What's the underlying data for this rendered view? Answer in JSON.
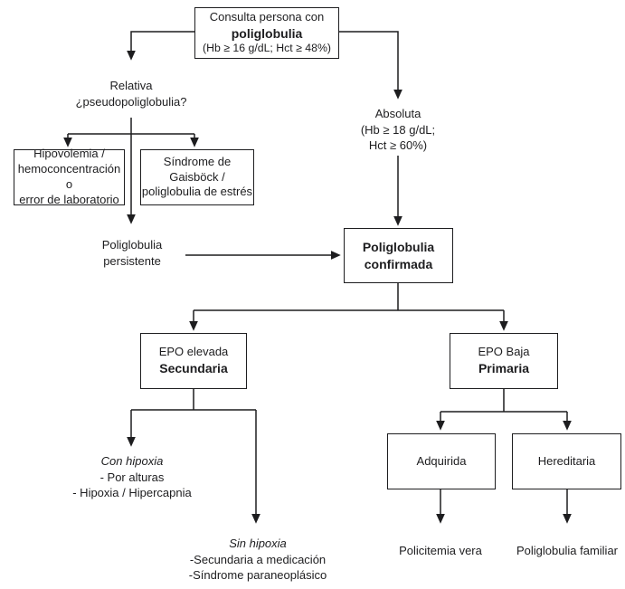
{
  "diagram": {
    "title": "Algoritmo diagnóstico de poliglobulia",
    "colors": {
      "background": "#ffffff",
      "line": "#1d1d1f",
      "box_border": "#1d1d1f",
      "text": "#1d1d1f"
    },
    "nodes": {
      "consulta": {
        "lines": [
          "Consulta persona con",
          "poliglobulia",
          "(Hb ≥ 16 g/dL; Hct ≥ 48%)"
        ]
      },
      "relativa": {
        "lines": [
          "Relativa",
          "¿pseudopoliglobulia?"
        ]
      },
      "hipovolemia": {
        "lines": [
          "Hipovolemia /",
          "hemoconcentración o",
          "error de laboratorio"
        ]
      },
      "gaisbock": {
        "lines": [
          "Síndrome de",
          "Gaisböck /",
          "poliglobulia de estrés"
        ]
      },
      "absoluta": {
        "lines": [
          "Absoluta",
          "(Hb ≥ 18 g/dL;",
          "Hct ≥ 60%)"
        ]
      },
      "persistente": {
        "lines": [
          "Poliglobulia",
          "persistente"
        ]
      },
      "confirmada": {
        "lines": [
          "Poliglobulia",
          "confirmada"
        ]
      },
      "secundaria": {
        "lines": [
          "EPO elevada",
          "Secundaria"
        ]
      },
      "primaria": {
        "lines": [
          "EPO Baja",
          "Primaria"
        ]
      },
      "con_hipoxia": {
        "lines": [
          "Con hipoxia",
          "- Por alturas",
          "- Hipoxia / Hipercapnia"
        ]
      },
      "sin_hipoxia": {
        "lines": [
          "Sin hipoxia",
          "-Secundaria a medicación",
          "-Síndrome paraneoplásico"
        ]
      },
      "adquirida": {
        "lines": [
          "Adquirida"
        ]
      },
      "hereditaria": {
        "lines": [
          "Hereditaria"
        ]
      },
      "policitemia_vera": {
        "lines": [
          "Policitemia vera"
        ]
      },
      "poliglobulia_familiar": {
        "lines": [
          "Poliglobulia familiar"
        ]
      }
    }
  }
}
